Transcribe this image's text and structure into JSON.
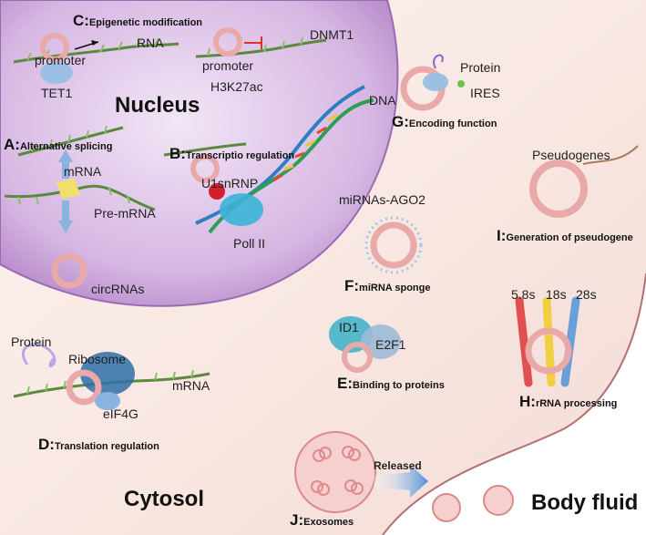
{
  "regions": {
    "nucleus": "Nucleus",
    "cytosol": "Cytosol",
    "body_fluid": "Body fluid"
  },
  "sections": [
    {
      "letter": "A:",
      "desc": "Alternative splicing"
    },
    {
      "letter": "B:",
      "desc": "Transcriptio regulation"
    },
    {
      "letter": "C:",
      "desc": "Epigenetic modification"
    },
    {
      "letter": "D:",
      "desc": "Translation regulation"
    },
    {
      "letter": "E:",
      "desc": "Binding to proteins"
    },
    {
      "letter": "F:",
      "desc": "miRNA sponge"
    },
    {
      "letter": "G:",
      "desc": "Encoding function"
    },
    {
      "letter": "H:",
      "desc": "rRNA processing"
    },
    {
      "letter": "I:",
      "desc": "Generation of pseudogene"
    },
    {
      "letter": "J:",
      "desc": "Exosomes"
    }
  ],
  "labels": {
    "rna": "RNA",
    "promoter_1": "promoter",
    "tet1": "TET1",
    "dnmt1": "DNMT1",
    "promoter_2": "promoter",
    "h3k27ac": "H3K27ac",
    "mrna_a": "mRNA",
    "pre_mrna": "Pre-mRNA",
    "circrnas": "circRNAs",
    "u1snrnp": "U1snRNP",
    "poll_ii": "Poll II",
    "dna": "DNA",
    "protein_g": "Protein",
    "ires": "IRES",
    "pseudogenes": "Pseudogenes",
    "mirnas_ago2": "miRNAs-AGO2",
    "protein_d": "Protein",
    "ribosome": "Ribosome",
    "mrna_d": "mRNA",
    "eif4g": "eIF4G",
    "id1": "ID1",
    "e2f1": "E2F1",
    "rrna_58s": "5.8s",
    "rrna_18s": "18s",
    "rrna_28s": "28s",
    "released": "Released"
  },
  "colors": {
    "nucleus_fill": "#caa6da",
    "cytosol_fill": "#f7e6e2",
    "ring": "#e9a9a9",
    "strand": "#5b8a3c",
    "protein_blue": "#7fb0d8"
  }
}
